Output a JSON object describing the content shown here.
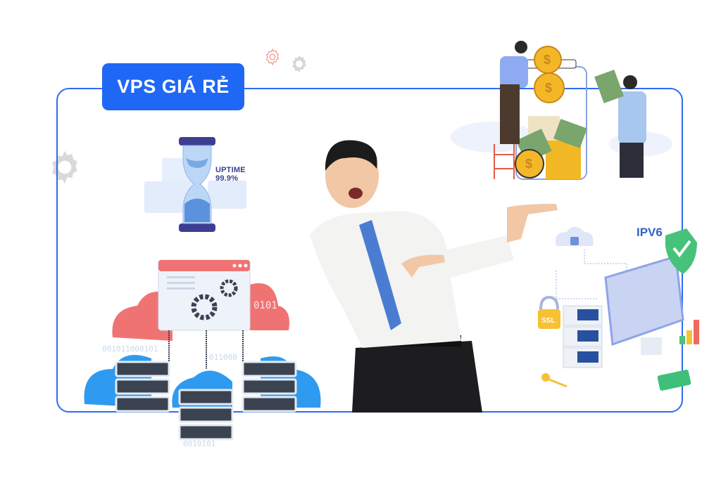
{
  "banner": {
    "title": "VPS GIÁ RẺ",
    "accent_color": "#1f68f5",
    "frame_color": "#2f6cf0"
  },
  "features": {
    "uptime": {
      "label": "UPTIME 99.9%",
      "icon": "hourglass-icon"
    },
    "ipv6": {
      "label": "IPV6",
      "icon": "shield-check-icon"
    },
    "ssl": {
      "label": "SSL",
      "icon": "padlock-icon"
    },
    "savings": {
      "icon": "money-jar-icon"
    },
    "cloud_servers": {
      "icon": "cloud-server-icon",
      "binary_strings": [
        "001011000101",
        "011000",
        "0101",
        "0010101"
      ]
    }
  },
  "person": {
    "description": "man in white shirt and striped tie pointing right"
  }
}
